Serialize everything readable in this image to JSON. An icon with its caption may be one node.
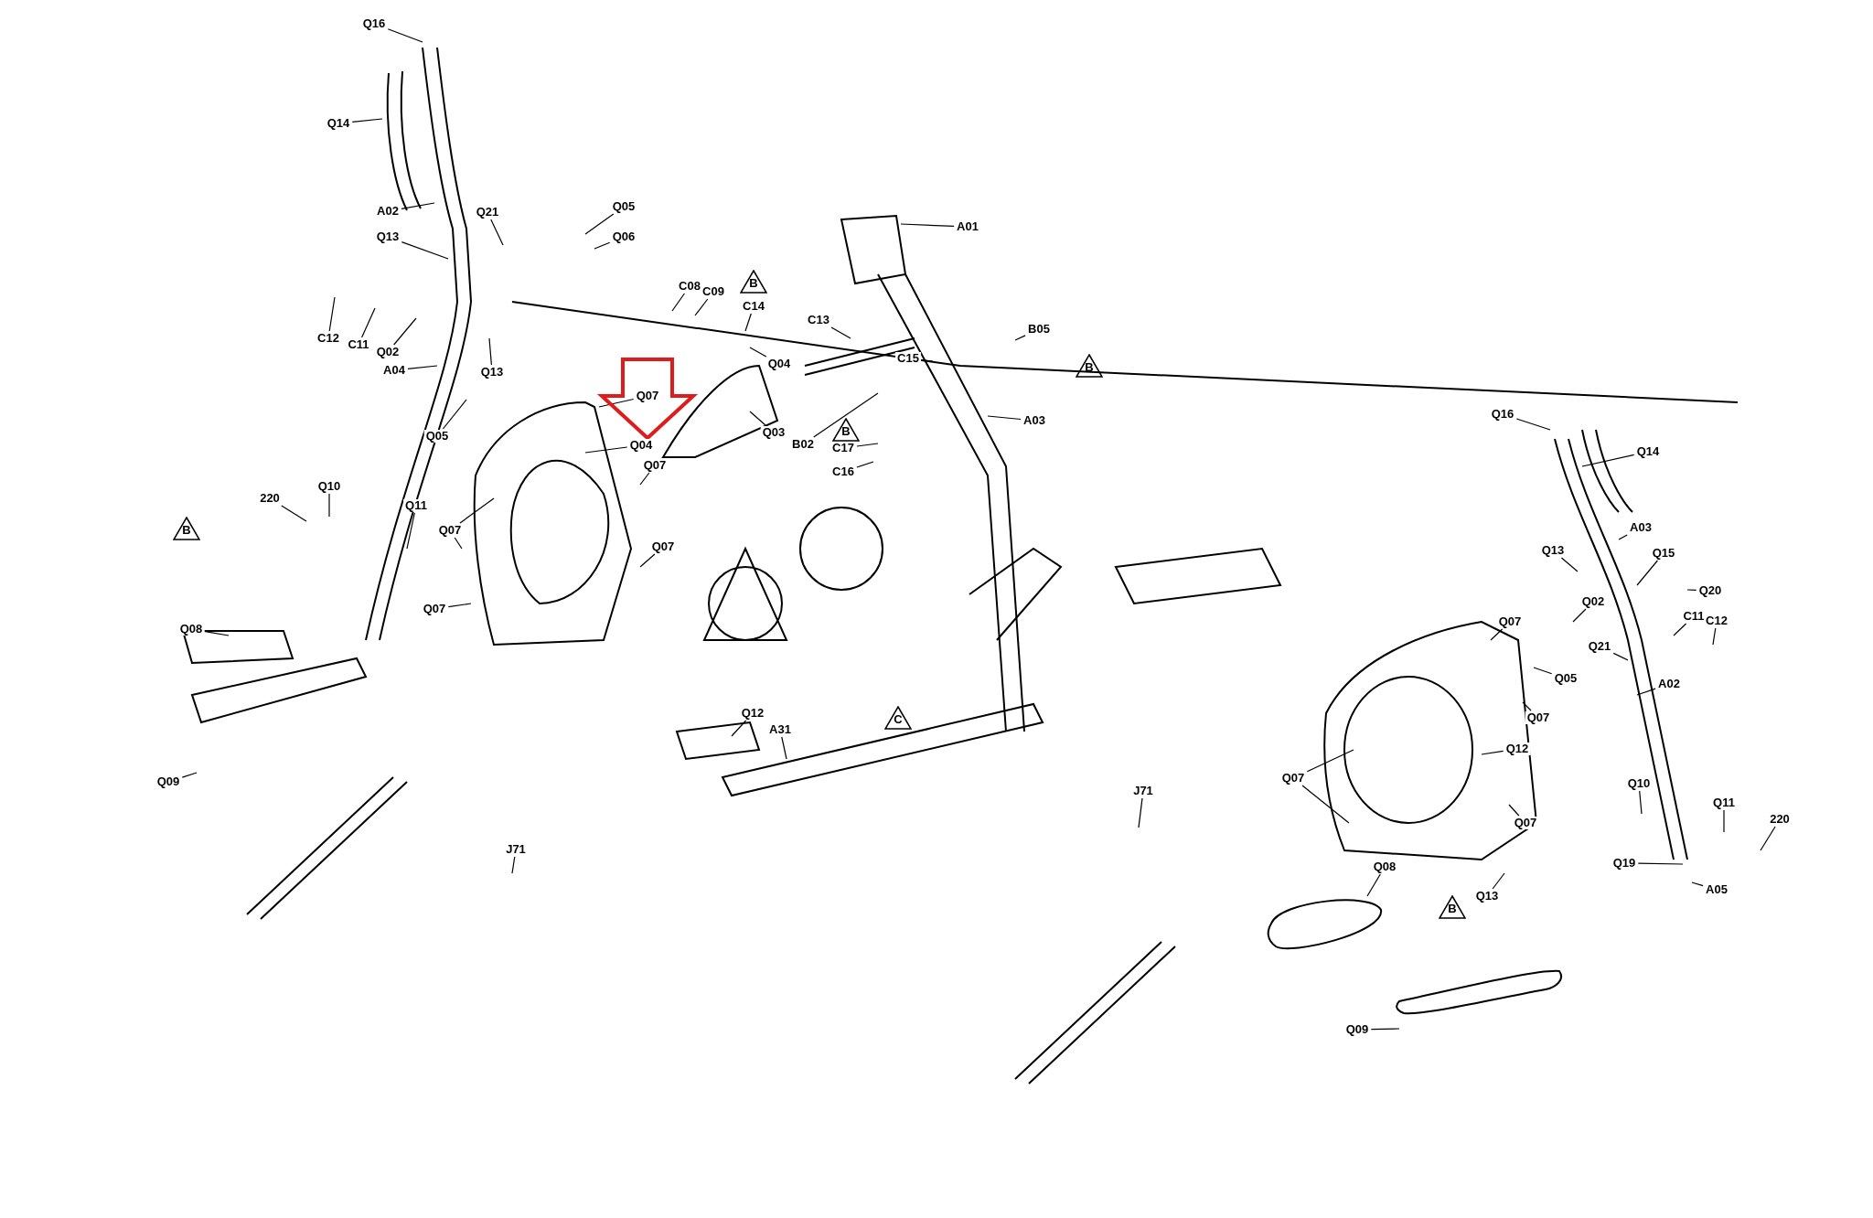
{
  "diagram": {
    "nodes": [
      {
        "text": [
          "Q16"
        ]
      },
      {
        "text": [
          "Q14"
        ]
      },
      {
        "text": [
          "A02"
        ]
      },
      {
        "text": [
          "Q13"
        ]
      },
      {
        "text": [
          "Q21"
        ]
      },
      {
        "text": [
          "Q05"
        ]
      },
      {
        "text": [
          "Q06"
        ]
      },
      {
        "text": [
          "C12"
        ]
      },
      {
        "text": [
          "C11"
        ]
      },
      {
        "text": [
          "Q02"
        ]
      },
      {
        "text": [
          "A04"
        ]
      },
      {
        "text": [
          "Q13"
        ]
      },
      {
        "text": [
          "C08"
        ]
      },
      {
        "text": [
          "C09"
        ]
      },
      {
        "text": [
          "C14"
        ]
      },
      {
        "text": [
          "C13"
        ]
      },
      {
        "text": [
          "Q04"
        ]
      },
      {
        "text": [
          "C15"
        ]
      },
      {
        "text": [
          "A01"
        ]
      },
      {
        "text": [
          "B05"
        ]
      },
      {
        "text": [
          "A03"
        ]
      },
      {
        "text": [
          "B02"
        ]
      },
      {
        "text": [
          "C17"
        ]
      },
      {
        "text": [
          "C16"
        ]
      },
      {
        "text": [
          "Q03"
        ]
      },
      {
        "text": [
          "Q07"
        ]
      },
      {
        "text": [
          "Q04"
        ]
      },
      {
        "text": [
          "Q07"
        ]
      },
      {
        "text": [
          "Q07"
        ]
      },
      {
        "text": [
          "Q05"
        ]
      },
      {
        "text": [
          "Q07"
        ]
      },
      {
        "text": [
          "Q10"
        ]
      },
      {
        "text": [
          "220"
        ]
      },
      {
        "text": [
          "Q11"
        ]
      },
      {
        "text": [
          "Q07"
        ]
      },
      {
        "text": [
          "Q12"
        ]
      },
      {
        "text": [
          "Q07"
        ]
      },
      {
        "text": [
          "Q07"
        ]
      },
      {
        "text": [
          "Q07"
        ]
      },
      {
        "text": [
          "Q07"
        ]
      },
      {
        "text": [
          "Q08"
        ]
      },
      {
        "text": [
          "Q13"
        ]
      },
      {
        "text": [
          "A02"
        ]
      },
      {
        "text": [
          "Q14"
        ]
      },
      {
        "text": [
          "Q16"
        ]
      },
      {
        "text": [
          "A03"
        ]
      },
      {
        "text": [
          "Q13"
        ]
      },
      {
        "text": [
          "Q15"
        ]
      },
      {
        "text": [
          "Q20"
        ]
      },
      {
        "text": [
          "Q02"
        ]
      },
      {
        "text": [
          "C11"
        ]
      },
      {
        "text": [
          "C12"
        ]
      },
      {
        "text": [
          "Q21"
        ]
      },
      {
        "text": [
          "Q05"
        ]
      },
      {
        "text": [
          "Q10"
        ]
      },
      {
        "text": [
          "Q11"
        ]
      },
      {
        "text": [
          "220"
        ]
      },
      {
        "text": [
          "Q19"
        ]
      },
      {
        "text": [
          "A05"
        ]
      },
      {
        "text": [
          "J71"
        ]
      },
      {
        "text": [
          "A31"
        ]
      },
      {
        "text": [
          "Q08"
        ]
      },
      {
        "text": [
          "Q09"
        ]
      },
      {
        "text": [
          "J71"
        ]
      },
      {
        "text": [
          "Q09"
        ]
      },
      {
        "text": [
          "Q12"
        ]
      }
    ],
    "edges": [
      {
        "from": 0,
        "to": null,
        "arrow": "none"
      },
      {
        "from": 1,
        "to": null,
        "arrow": "none"
      },
      {
        "from": 2,
        "to": null,
        "arrow": "none"
      },
      {
        "from": 3,
        "to": null,
        "arrow": "none"
      },
      {
        "from": 4,
        "to": null,
        "arrow": "none"
      },
      {
        "from": 5,
        "to": null,
        "arrow": "none"
      },
      {
        "from": 6,
        "to": null,
        "arrow": "none"
      },
      {
        "from": 7,
        "to": null,
        "arrow": "none"
      },
      {
        "from": 8,
        "to": null,
        "arrow": "none"
      },
      {
        "from": 9,
        "to": null,
        "arrow": "none"
      },
      {
        "from": 10,
        "to": null,
        "arrow": "none"
      },
      {
        "from": 11,
        "to": null,
        "arrow": "none"
      },
      {
        "from": 12,
        "to": null,
        "arrow": "none"
      },
      {
        "from": 13,
        "to": null,
        "arrow": "none"
      },
      {
        "from": 14,
        "to": null,
        "arrow": "none"
      },
      {
        "from": 15,
        "to": null,
        "arrow": "none"
      },
      {
        "from": 16,
        "to": null,
        "arrow": "none"
      },
      {
        "from": 17,
        "to": null,
        "arrow": "none"
      },
      {
        "from": 18,
        "to": null,
        "arrow": "none"
      },
      {
        "from": 19,
        "to": null,
        "arrow": "none"
      },
      {
        "from": 20,
        "to": null,
        "arrow": "none"
      },
      {
        "from": 21,
        "to": null,
        "arrow": "none"
      },
      {
        "from": 22,
        "to": null,
        "arrow": "none"
      },
      {
        "from": 23,
        "to": null,
        "arrow": "none"
      },
      {
        "from": 24,
        "to": null,
        "arrow": "none"
      },
      {
        "from": 25,
        "to": null,
        "arrow": "none"
      },
      {
        "from": 26,
        "to": null,
        "arrow": "none"
      },
      {
        "from": 27,
        "to": null,
        "arrow": "none"
      },
      {
        "from": 28,
        "to": null,
        "arrow": "none"
      },
      {
        "from": 29,
        "to": null,
        "arrow": "none"
      },
      {
        "from": 30,
        "to": null,
        "arrow": "none"
      },
      {
        "from": 31,
        "to": null,
        "arrow": "none"
      },
      {
        "from": 32,
        "to": null,
        "arrow": "none"
      },
      {
        "from": 33,
        "to": null,
        "arrow": "none"
      },
      {
        "from": 34,
        "to": null,
        "arrow": "none"
      },
      {
        "from": 35,
        "to": null,
        "arrow": "none"
      },
      {
        "from": 36,
        "to": null,
        "arrow": "none"
      },
      {
        "from": 37,
        "to": null,
        "arrow": "none"
      },
      {
        "from": 38,
        "to": null,
        "arrow": "none"
      },
      {
        "from": 39,
        "to": null,
        "arrow": "none"
      },
      {
        "from": 40,
        "to": null,
        "arrow": "none"
      },
      {
        "from": 41,
        "to": null,
        "arrow": "none"
      },
      {
        "from": 42,
        "to": null,
        "arrow": "none"
      },
      {
        "from": 43,
        "to": null,
        "arrow": "none"
      },
      {
        "from": 44,
        "to": null,
        "arrow": "none"
      },
      {
        "from": 45,
        "to": null,
        "arrow": "none"
      },
      {
        "from": 46,
        "to": null,
        "arrow": "none"
      },
      {
        "from": 47,
        "to": null,
        "arrow": "none"
      },
      {
        "from": 48,
        "to": null,
        "arrow": "none"
      },
      {
        "from": 49,
        "to": null,
        "arrow": "none"
      },
      {
        "from": 50,
        "to": null,
        "arrow": "none"
      },
      {
        "from": 51,
        "to": null,
        "arrow": "none"
      },
      {
        "from": 52,
        "to": null,
        "arrow": "none"
      },
      {
        "from": 53,
        "to": null,
        "arrow": "none"
      },
      {
        "from": 54,
        "to": null,
        "arrow": "none"
      },
      {
        "from": 55,
        "to": null,
        "arrow": "none"
      },
      {
        "from": 56,
        "to": null,
        "arrow": "none"
      },
      {
        "from": 57,
        "to": null,
        "arrow": "none"
      },
      {
        "from": 58,
        "to": null,
        "arrow": "none"
      },
      {
        "from": 59,
        "to": null,
        "arrow": "none"
      },
      {
        "from": 60,
        "to": null,
        "arrow": "none"
      },
      {
        "from": 61,
        "to": null,
        "arrow": "none"
      },
      {
        "from": 62,
        "to": null,
        "arrow": "none"
      },
      {
        "from": 63,
        "to": null,
        "arrow": "none"
      },
      {
        "from": 64,
        "to": null,
        "arrow": "none"
      },
      {
        "from": 65,
        "to": null,
        "arrow": "none"
      },
      {
        "from": 30,
        "to": null,
        "arrow": "none"
      },
      {
        "from": 39,
        "to": null,
        "arrow": "none"
      },
      {
        "from": 25,
        "to": 26,
        "arrow": "to",
        "style": "thick",
        "color": "#e01b1b"
      }
    ],
    "labels": [
      "B",
      "B",
      "B",
      "B",
      "C",
      "B"
    ]
  }
}
